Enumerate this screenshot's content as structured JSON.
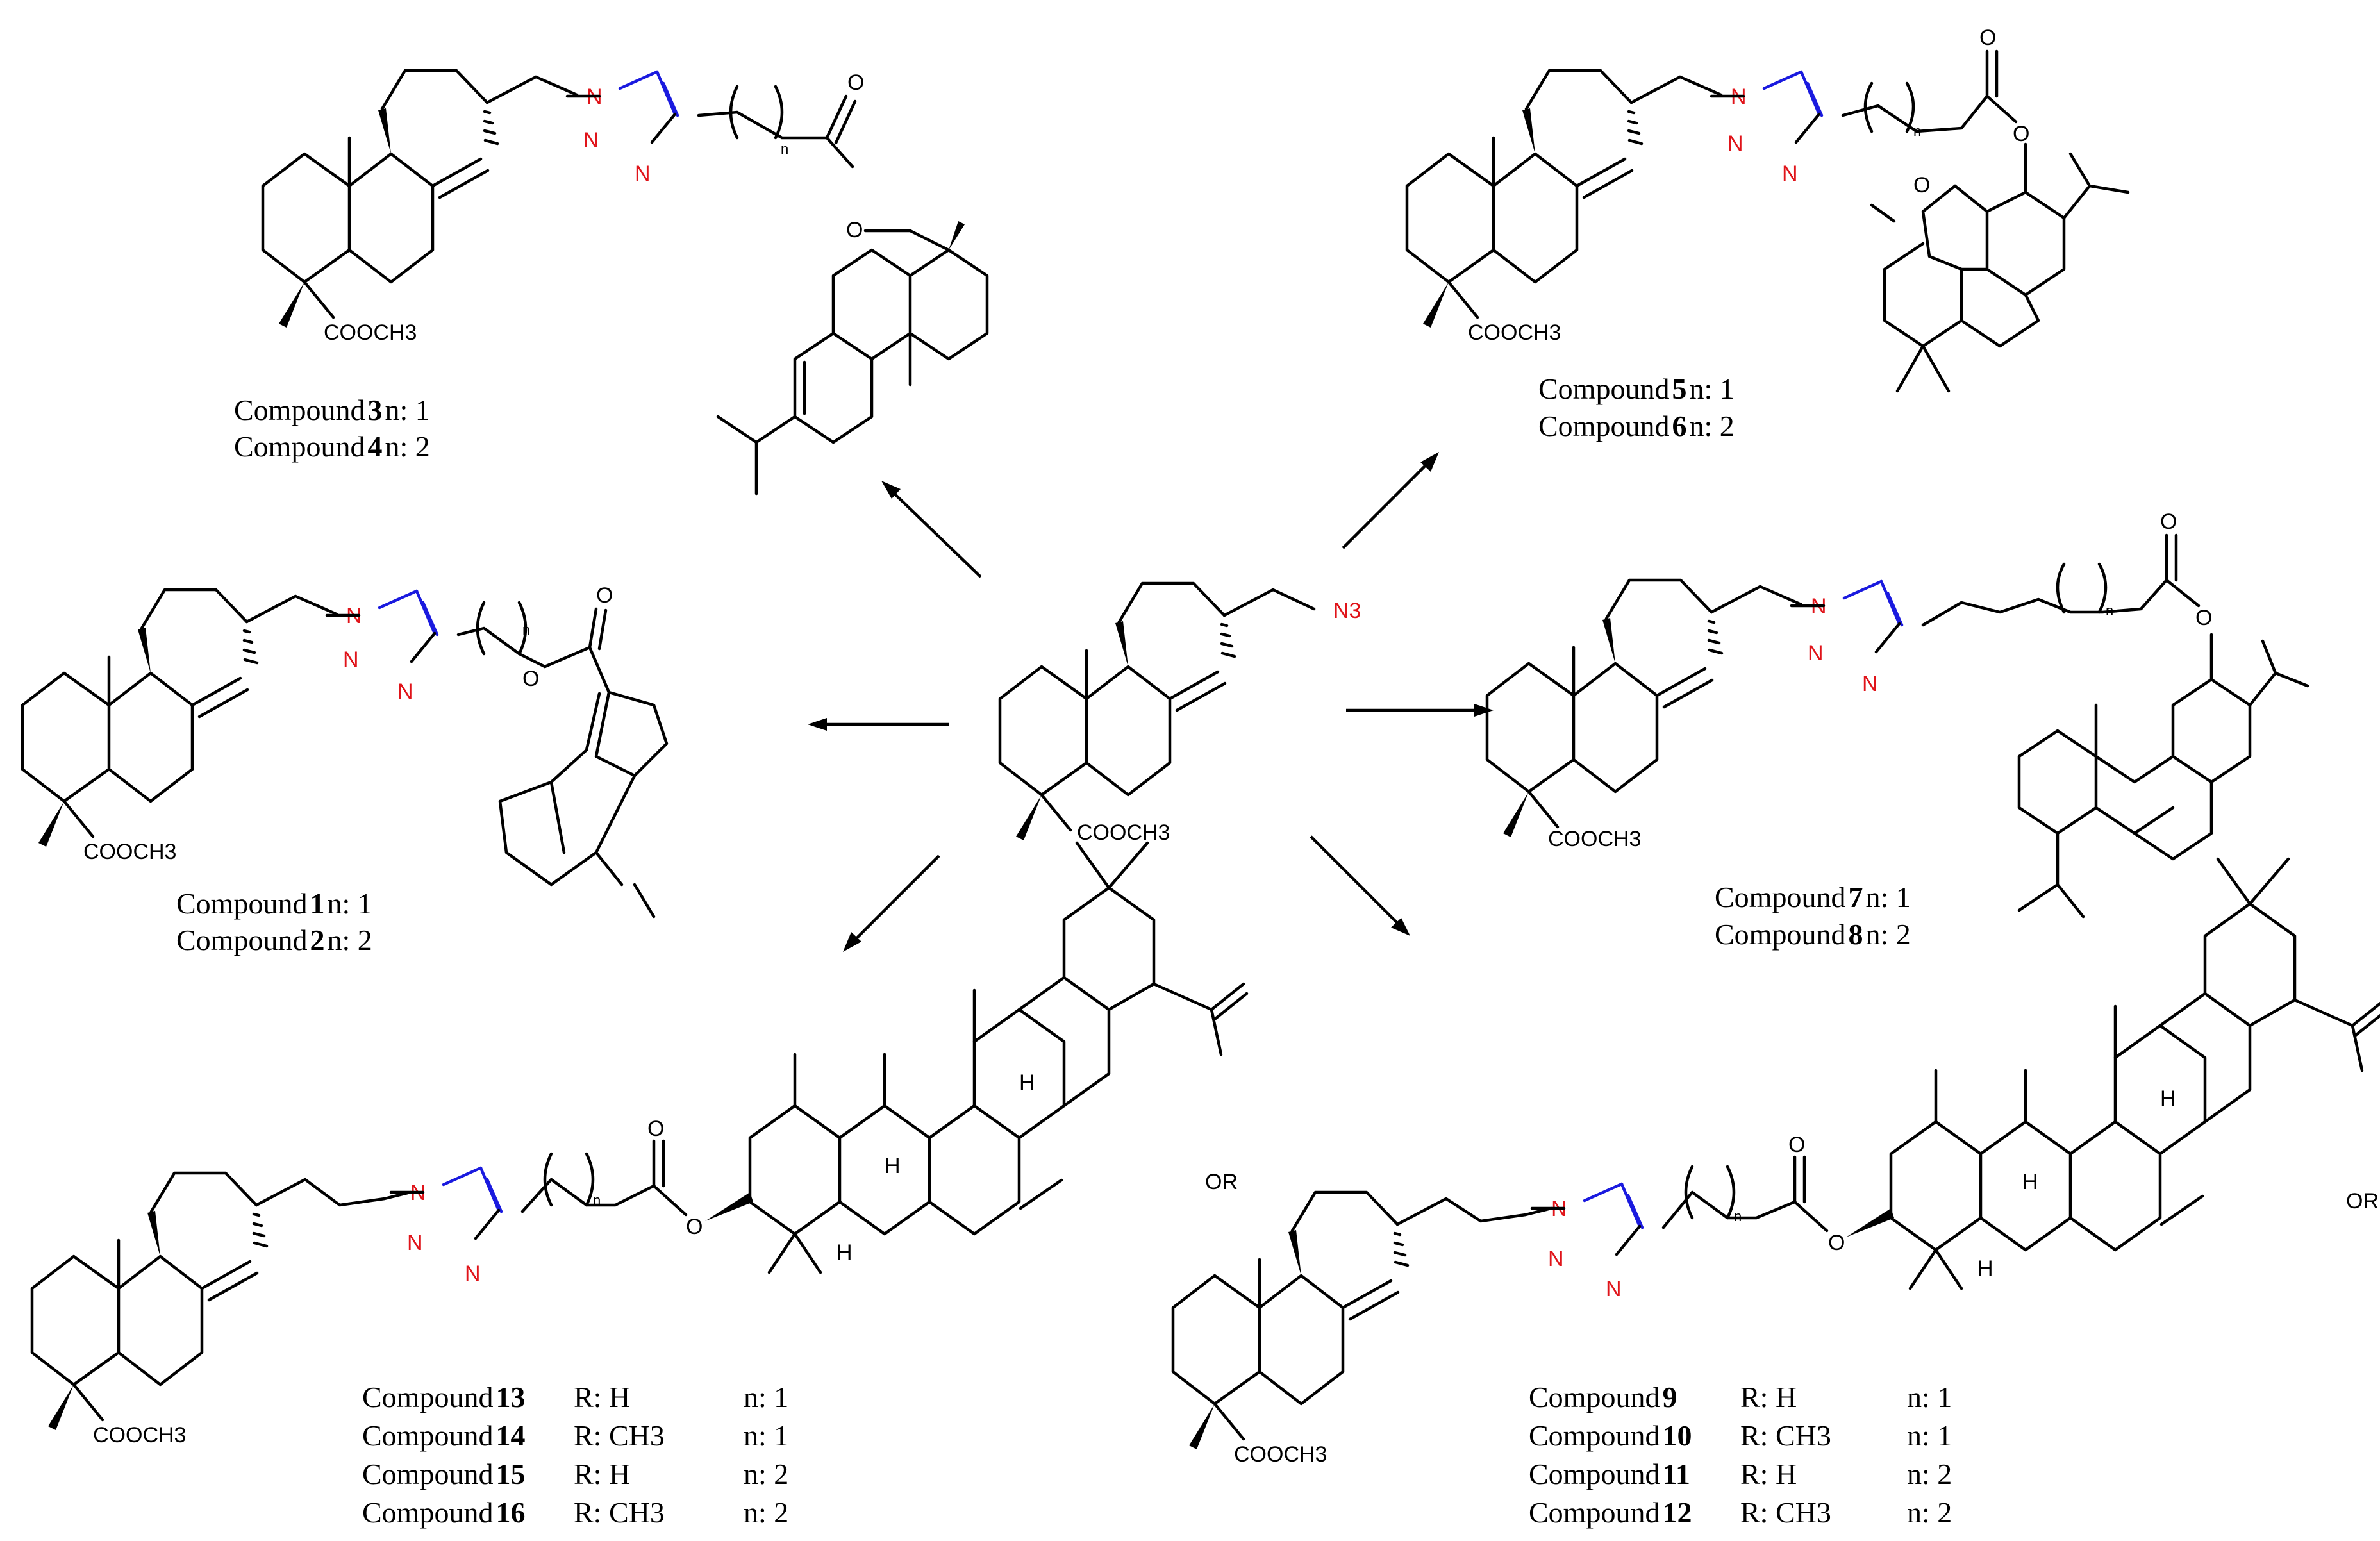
{
  "colors": {
    "bond": "#000000",
    "nitrogen": "#e0141a",
    "triazole_bond": "#1a1adf"
  },
  "atoms": {
    "n3": "N3",
    "ester": "COOCH3",
    "n": "N",
    "o": "O",
    "h": "H",
    "or": "OR",
    "index_n": "n"
  },
  "labels": {
    "prefix": "Compound",
    "c3": "3",
    "c4": "4",
    "c1": "1",
    "c2": "2",
    "c5": "5",
    "c6": "6",
    "c7": "7",
    "c8": "8",
    "c9": "9",
    "c10": "10",
    "c11": "11",
    "c12": "12",
    "c13": "13",
    "c14": "14",
    "c15": "15",
    "c16": "16",
    "n1": "n: 1",
    "n2": "n: 2",
    "rh": "R: H",
    "rch3": "R: CH3"
  }
}
